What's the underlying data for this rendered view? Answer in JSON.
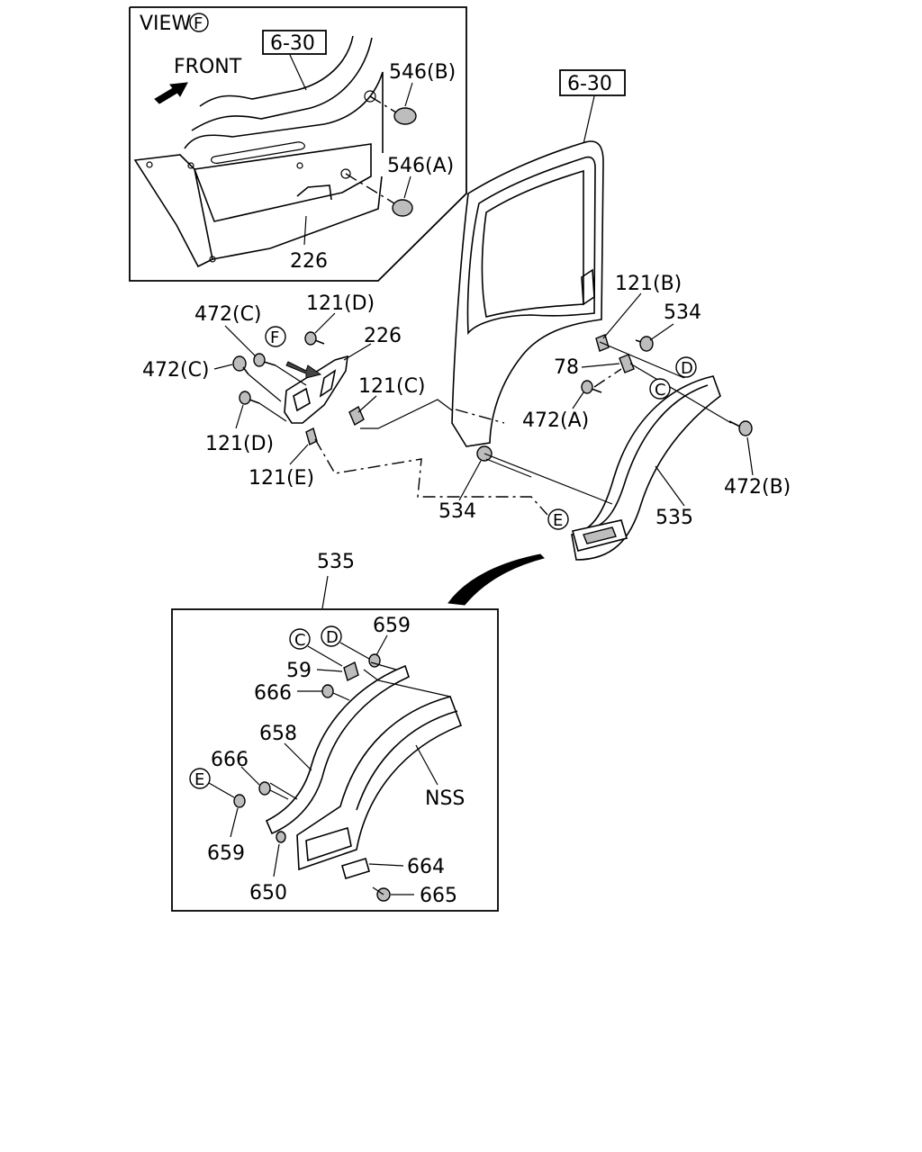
{
  "view_panel": {
    "title": "VIEW",
    "title_circle": "F",
    "front_label": "FRONT",
    "ref_6_30": "6-30",
    "label_546b": "546(B)",
    "label_546a": "546(A)",
    "label_226": "226"
  },
  "main": {
    "ref_6_30": "6-30",
    "label_121b": "121(B)",
    "label_534_top": "534",
    "label_78": "78",
    "circle_d": "D",
    "circle_c": "C",
    "label_472a": "472(A)",
    "label_472b": "472(B)",
    "label_535": "535",
    "label_534_bottom": "534",
    "circle_e": "E",
    "label_121c": "121(C)",
    "label_226": "226",
    "label_121d_top": "121(D)",
    "label_472c_top": "472(C)",
    "label_472c_left": "472(C)",
    "circle_f": "F",
    "label_121d_bottom": "121(D)",
    "label_121e": "121(E)"
  },
  "detail_panel": {
    "title": "535",
    "circle_c": "C",
    "circle_d": "D",
    "label_659_top": "659",
    "label_59": "59",
    "label_666_top": "666",
    "label_658": "658",
    "label_666_mid": "666",
    "circle_e": "E",
    "label_659_bottom": "659",
    "label_650": "650",
    "label_nss": "NSS",
    "label_664": "664",
    "label_665": "665"
  },
  "icons": [
    "arrow-front-icon",
    "curved-arrow-icon"
  ]
}
